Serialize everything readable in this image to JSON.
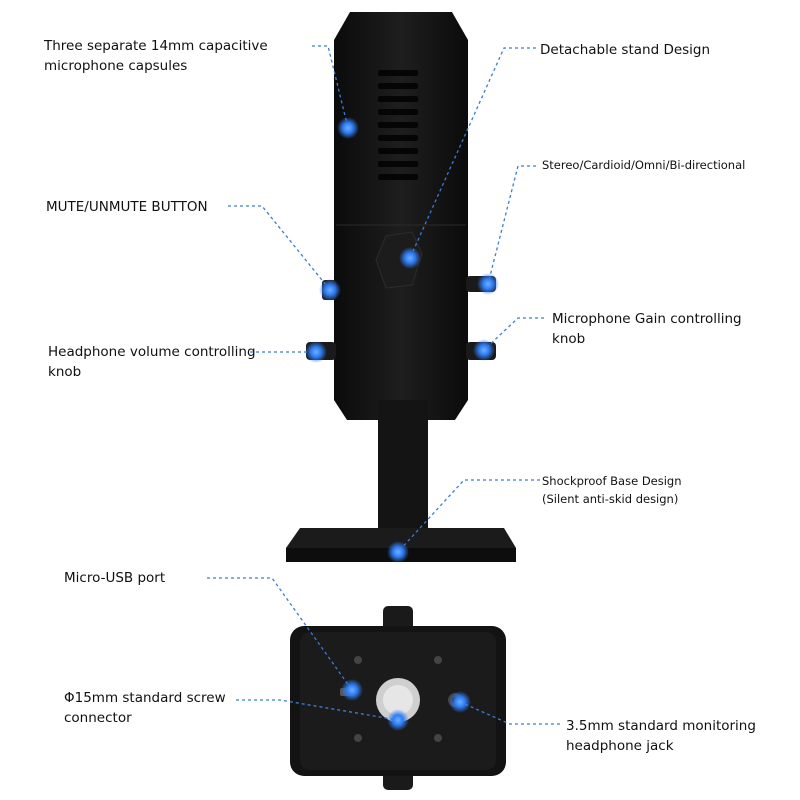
{
  "labels": {
    "capsules": "Three separate 14mm capacitive\nmicrophone capsules",
    "stand": "Detachable stand Design",
    "pattern": "Stereo/Cardioid/Omni/Bi-directional",
    "mute": "MUTE/UNMUTE BUTTON",
    "gain": "Microphone Gain controlling\nknob",
    "headphone_knob": "Headphone volume controlling\nknob",
    "base": "Shockproof Base Design\n(Silent anti-skid design)",
    "usb": "Micro-USB port",
    "screw": "Φ15mm standard screw\nconnector",
    "jack": "3.5mm standard monitoring\nheadphone jack"
  },
  "colors": {
    "marker": "#2f7df6",
    "leader_line": "#3a7bd5",
    "body": "#161616"
  }
}
